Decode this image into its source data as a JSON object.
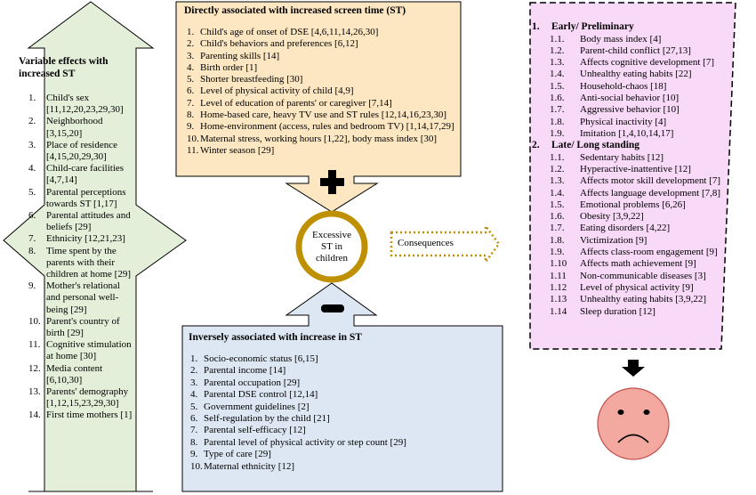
{
  "left_box": {
    "title": "Variable effects with increased ST",
    "items": [
      {
        "n": "1.",
        "text": "Child's sex [11,12,20,23,29,30]"
      },
      {
        "n": "2.",
        "text": "Neighborhood [3,15,20]"
      },
      {
        "n": "3.",
        "text": "Place of residence [4,15,20,29,30]"
      },
      {
        "n": "4.",
        "text": "Child-care facilities [4,7,14]"
      },
      {
        "n": "5.",
        "text": "Parental perceptions towards ST [1,17]"
      },
      {
        "n": "6.",
        "text": "Parental attitudes and beliefs [29]"
      },
      {
        "n": "7.",
        "text": "Ethnicity [12,21,23]"
      },
      {
        "n": "8.",
        "text": "Time spent by the parents with their children at home [29]"
      },
      {
        "n": "9.",
        "text": "Mother's relational and personal well-being [29]"
      },
      {
        "n": "10.",
        "text": "Parent's country of birth [29]"
      },
      {
        "n": "11.",
        "text": "Cognitive stimulation at home [30]"
      },
      {
        "n": "12.",
        "text": "Media content [6,10,30]"
      },
      {
        "n": "13.",
        "text": "Parents' demography [1,12,15,23,29,30]"
      },
      {
        "n": "14.",
        "text": "First time mothers [1]"
      }
    ]
  },
  "direct_box": {
    "title": "Directly associated with increased screen time (ST)",
    "items": [
      {
        "n": "1.",
        "text": "Child's age of onset of DSE [4,6,11,14,26,30]"
      },
      {
        "n": "2.",
        "text": "Child's behaviors and preferences [6,12]"
      },
      {
        "n": "3.",
        "text": "Parenting skills [14]"
      },
      {
        "n": "4.",
        "text": "Birth order [1]"
      },
      {
        "n": "5.",
        "text": "Shorter breastfeeding [30]"
      },
      {
        "n": "6.",
        "text": "Level of physical activity of child [4,9]"
      },
      {
        "n": "7.",
        "text": "Level of education of parents' or caregiver [7,14]"
      },
      {
        "n": "8.",
        "text": "Home-based care, heavy TV use and ST rules [12,14,16,23,30]"
      },
      {
        "n": "9.",
        "text": "Home-environment (access, rules and bedroom TV) [1,14,17,29]"
      },
      {
        "n": "10.",
        "text": "Maternal stress, working hours [1,22], body mass index [30]"
      },
      {
        "n": "11.",
        "text": "Winter season [29]"
      }
    ]
  },
  "inverse_box": {
    "title": "Inversely associated with increase in ST",
    "items": [
      {
        "n": "1.",
        "text": "Socio-economic status [6,15]"
      },
      {
        "n": "2.",
        "text": "Parental income [14]"
      },
      {
        "n": "3.",
        "text": "Parental occupation [29]"
      },
      {
        "n": "4.",
        "text": "Parental DSE control [12,14]"
      },
      {
        "n": "5.",
        "text": "Government guidelines [2]"
      },
      {
        "n": "6.",
        "text": "Self-regulation by the child [21]"
      },
      {
        "n": "7.",
        "text": "Parental self-efficacy [12]"
      },
      {
        "n": "8.",
        "text": "Parental level of physical activity or step count [29]"
      },
      {
        "n": "9.",
        "text": "Type of care [29]"
      },
      {
        "n": "10.",
        "text": "Maternal ethnicity [12]"
      }
    ]
  },
  "center": {
    "plus_symbol": "+",
    "minus_symbol": "−",
    "circle_label": "Excessive ST in children",
    "consequences_label": "Consequences"
  },
  "right_box": {
    "early": {
      "n": "1.",
      "title": "Early/ Preliminary",
      "items": [
        {
          "n": "1.1.",
          "text": "Body mass index [4]"
        },
        {
          "n": "1.2.",
          "text": "Parent-child conflict [27,13]"
        },
        {
          "n": "1.3.",
          "text": "Affects cognitive development [7]"
        },
        {
          "n": "1.4.",
          "text": "Unhealthy eating habits [22]"
        },
        {
          "n": "1.5.",
          "text": "Household-chaos [18]"
        },
        {
          "n": "1.6.",
          "text": "Anti-social behavior [10]"
        },
        {
          "n": "1.7.",
          "text": "Aggressive behavior [10]"
        },
        {
          "n": "1.8.",
          "text": "Physical inactivity [4]"
        },
        {
          "n": "1.9.",
          "text": "Imitation [1,4,10,14,17]"
        }
      ]
    },
    "late": {
      "n": "2.",
      "title": "Late/ Long standing",
      "items": [
        {
          "n": "1.1.",
          "text": "Sedentary habits [12]"
        },
        {
          "n": "1.2.",
          "text": "Hyperactive-inattentive [12]"
        },
        {
          "n": "1.3.",
          "text": "Affects motor skill development [7]"
        },
        {
          "n": "1.4.",
          "text": "Affects language development [7,8]"
        },
        {
          "n": "1.5.",
          "text": "Emotional problems [6,26]"
        },
        {
          "n": "1.6.",
          "text": "Obesity [3,9,22]"
        },
        {
          "n": "1.7.",
          "text": "Eating disorders [4,22]"
        },
        {
          "n": "1.8.",
          "text": "Victimization [9]"
        },
        {
          "n": "1.9.",
          "text": "Affects class-room engagement [9]"
        },
        {
          "n": "1.10",
          "text": "Affects math achievement [9]"
        },
        {
          "n": "1.11",
          "text": "Non-communicable diseases [3]"
        },
        {
          "n": "1.12",
          "text": "Level of physical activity [9]"
        },
        {
          "n": "1.13",
          "text": "Unhealthy eating habits [3,9,22]"
        },
        {
          "n": "1.14",
          "text": "Sleep duration [12]"
        }
      ]
    }
  },
  "colors": {
    "left_fill": "#e3efd9",
    "direct_fill": "#fde7c2",
    "inverse_fill": "#dde7f3",
    "right_fill": "#f8d9f8",
    "ring": "#bf9000",
    "face_fill": "#f4a9a0"
  }
}
